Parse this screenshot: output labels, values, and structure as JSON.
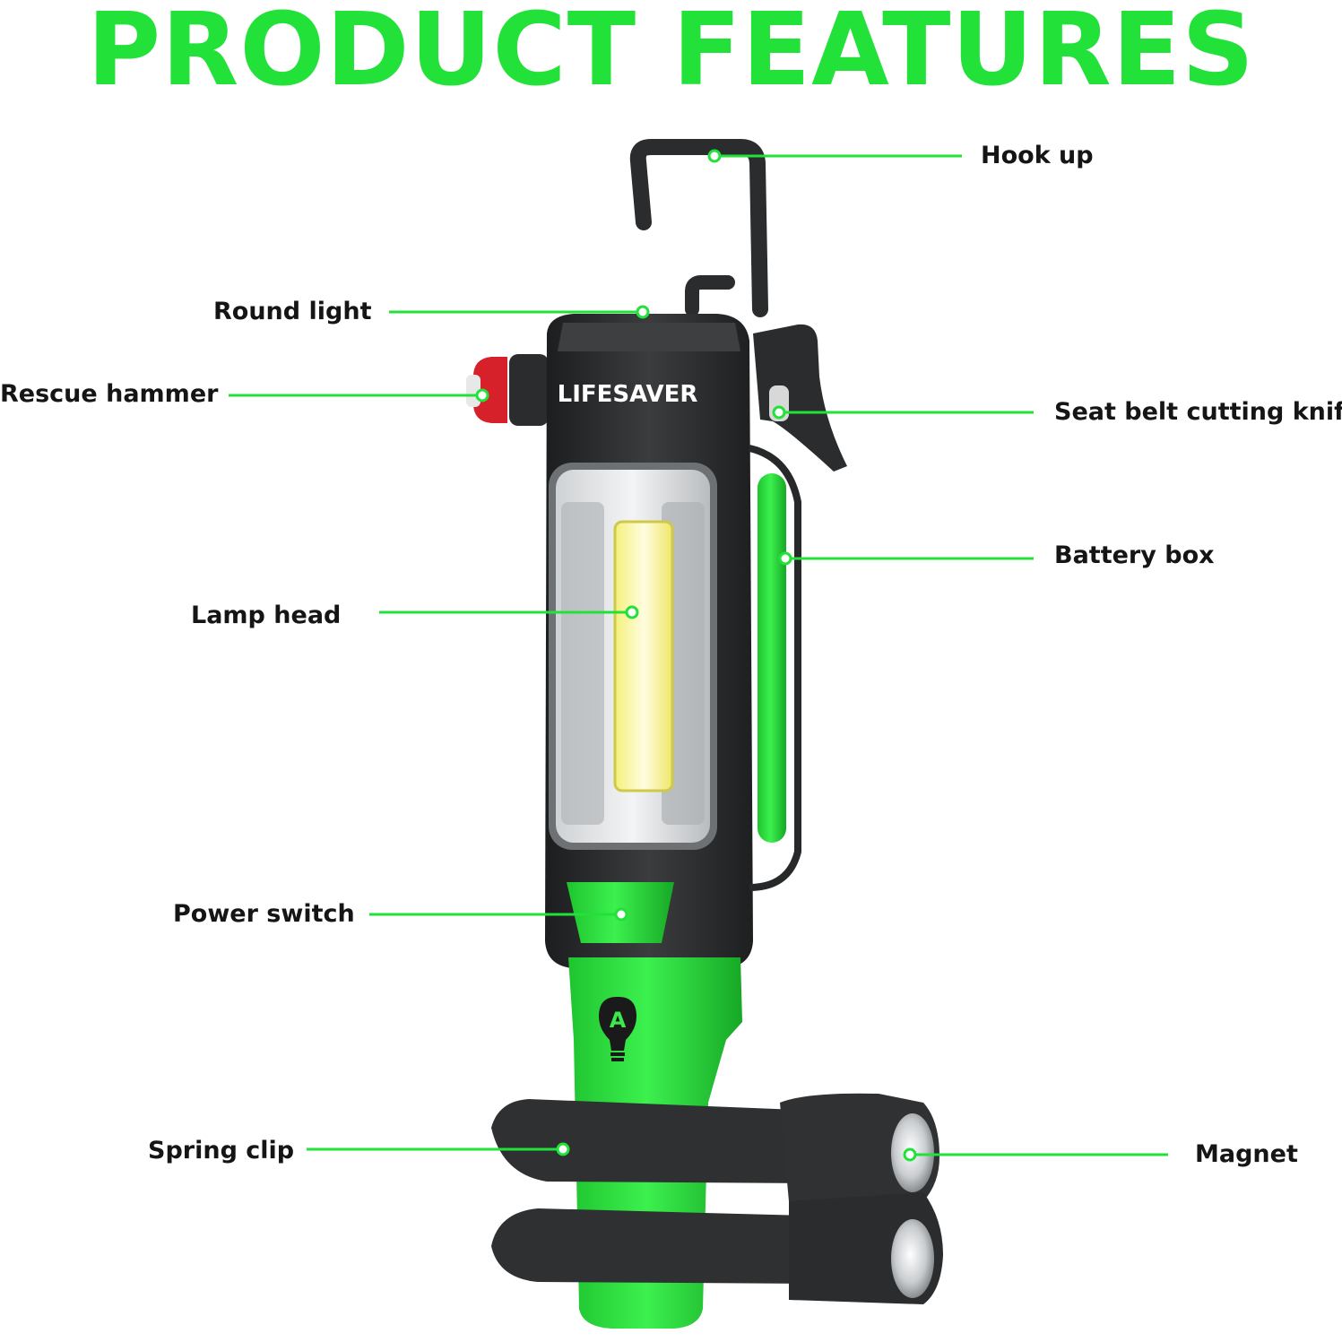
{
  "title": "PRODUCT FEATURES",
  "brand": "LIFESAVER",
  "bulb_letter": "A",
  "colors": {
    "accent": "#22e23a",
    "body": "#2a2c2d",
    "text": "#151515"
  },
  "features": {
    "hook_up": "Hook up",
    "round_light": "Round light",
    "rescue_hammer": "Rescue hammer",
    "seat_belt_knife": "Seat belt cutting knife",
    "battery_box": "Battery box",
    "lamp_head": "Lamp head",
    "power_switch": "Power switch",
    "spring_clip": "Spring clip",
    "magnet": "Magnet"
  }
}
